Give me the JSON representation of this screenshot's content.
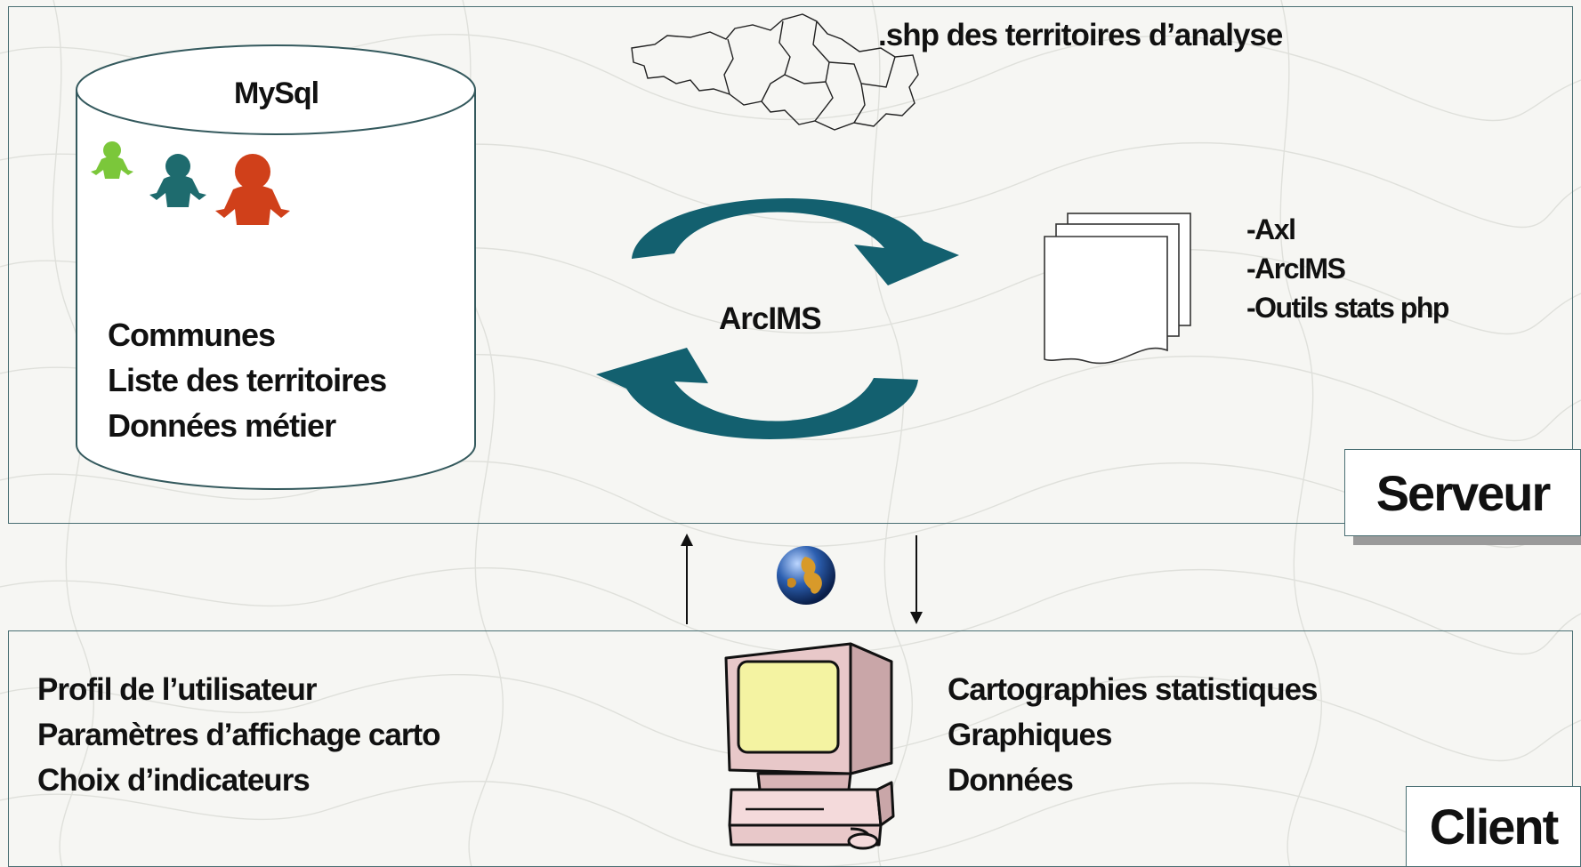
{
  "server": {
    "label": "Serveur",
    "database": {
      "name": "MySql",
      "contents": [
        "Communes",
        "Liste des territoires",
        "Données métier"
      ]
    },
    "shapefile_caption": ".shp des territoires d’analyse",
    "process_label": "ArcIMS",
    "documents": [
      "-Axl",
      "-ArcIMS",
      "-Outils stats php"
    ]
  },
  "client": {
    "label": "Client",
    "inputs": [
      "Profil de l’utilisateur",
      "Paramètres d’affichage carto",
      "Choix d’indicateurs"
    ],
    "outputs": [
      "Cartographies statistiques",
      "Graphiques",
      "Données"
    ]
  },
  "colors": {
    "teal": "#13606f",
    "panel_border": "#4a6f73",
    "user_green": "#7bc73a",
    "user_teal": "#1e6b6e",
    "user_red": "#d0401a",
    "screen_yellow": "#f4f3a2",
    "computer_pink": "#f4dadb"
  },
  "icons": [
    "user-group-icon",
    "map-outline-icon",
    "cycle-arrows-icon",
    "document-stack-icon",
    "globe-icon",
    "computer-icon",
    "arrow-up-icon",
    "arrow-down-icon"
  ]
}
